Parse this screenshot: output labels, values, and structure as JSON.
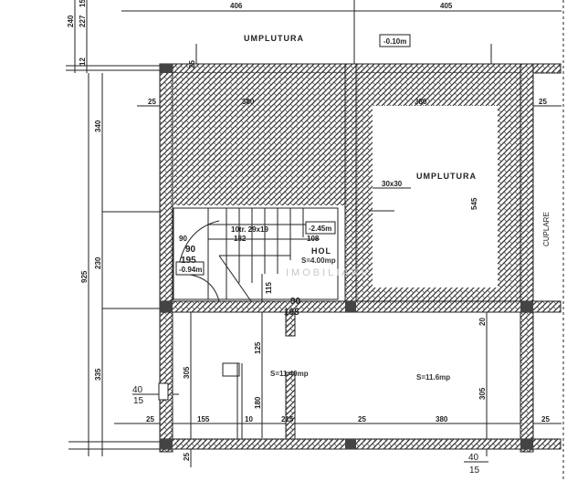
{
  "plan": {
    "rooms": {
      "fill_top": "UMPLUTURA",
      "fill_right": "UMPLUTURA",
      "hall": "HOL",
      "hall_area": "S=4.00mp",
      "room_left_area": "S=11.40mp",
      "room_right_area": "S=11.6mp"
    },
    "levels": {
      "top": "-0.10m",
      "hall": "-2.45m",
      "stair": "-0.94m"
    },
    "stair_note": "10tr. 29x19",
    "column_note": "30x30",
    "side_note": "CUPLARE",
    "watermark": "IMOBILIARE",
    "dimensions": {
      "top_left": "406",
      "top_right": "405",
      "left_240": "240",
      "left_227": "227",
      "left_15": "15",
      "left_12": "12",
      "left_340": "340",
      "left_230": "230",
      "left_925": "925",
      "left_335": "335",
      "row1_25a": "25",
      "row1_380a": "380",
      "row1_380b": "380",
      "row1_25b": "25",
      "col_25": "25",
      "right_545": "545",
      "stair_90a": "90",
      "stair_182": "182",
      "stair_108": "108",
      "stair_90b": "90",
      "stair_195a": "195",
      "hall_90": "90",
      "hall_195": "195",
      "stair_115": "115",
      "low_125": "125",
      "low_180": "180",
      "low_305a": "305",
      "low_305b": "305",
      "low_20": "20",
      "bot_25a": "25",
      "bot_155": "155",
      "bot_10": "10",
      "bot_215": "215",
      "bot_25b": "25",
      "bot_380": "380",
      "bot_25c": "25",
      "win_left_top": "40",
      "win_left_bot": "15",
      "win_right_top": "40",
      "win_right_bot": "15",
      "bot_25d": "25"
    }
  },
  "colors": {
    "line": "#222222",
    "hatch": "#3a3a3a",
    "paper": "#ffffff"
  }
}
